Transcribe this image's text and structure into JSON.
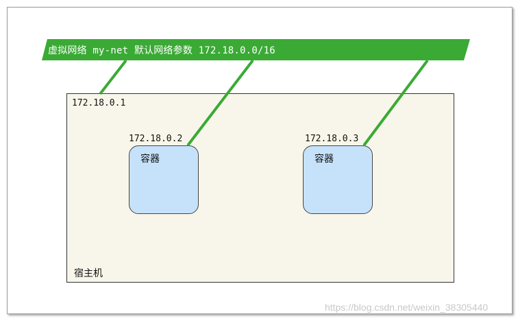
{
  "banner": {
    "text": "虚拟网络 my-net 默认网络参数 172.18.0.0/16"
  },
  "host": {
    "label": "宿主机",
    "ip": "172.18.0.1"
  },
  "containers": [
    {
      "label": "容器",
      "ip": "172.18.0.2"
    },
    {
      "label": "容器",
      "ip": "172.18.0.3"
    }
  ],
  "watermark": "https://blog.csdn.net/weixin_38305440",
  "colors": {
    "banner": "#3aaa35",
    "link": "#3aaa35",
    "host_fill": "#f8f6ea",
    "container_fill": "#c6e2fa"
  }
}
